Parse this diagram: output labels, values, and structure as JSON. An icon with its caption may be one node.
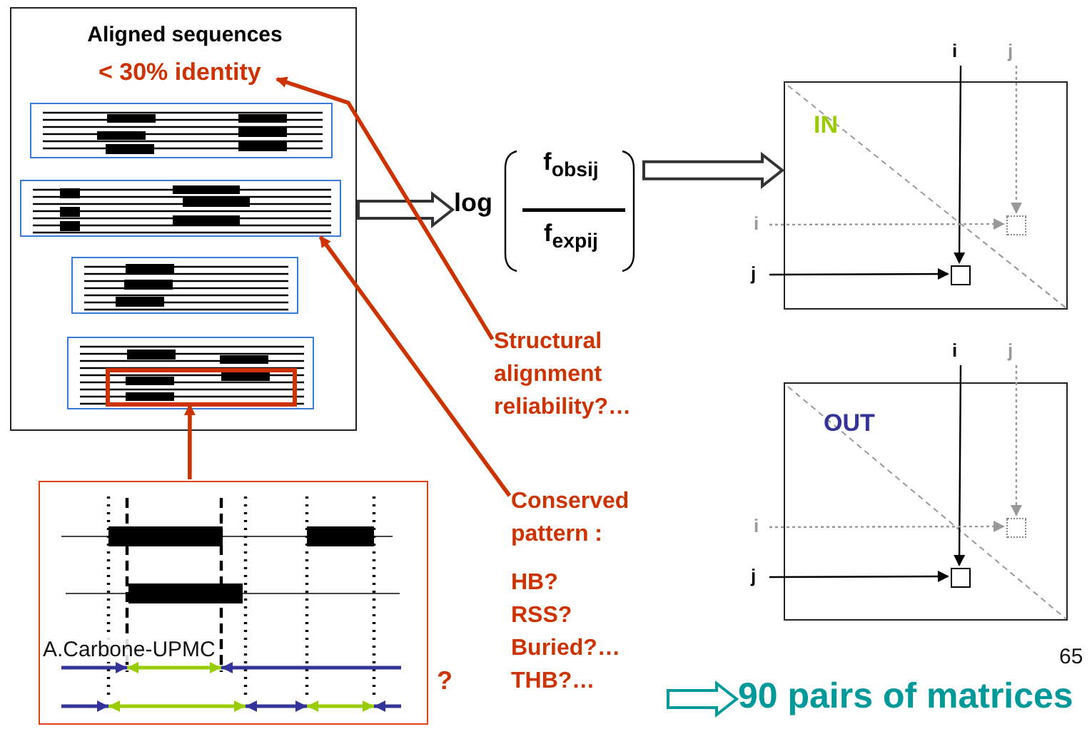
{
  "diagram": {
    "nodes": [
      {
        "text": [
          "Aligned sequences"
        ]
      },
      {
        "text": [
          "< 30% identity"
        ],
        "in": 0
      },
      {
        "text": [],
        "shape": "box",
        "in": 0
      },
      {
        "text": [],
        "shape": "box",
        "in": 0
      },
      {
        "text": [],
        "shape": "box",
        "in": 0
      },
      {
        "text": [],
        "shape": "box",
        "in": 0
      },
      {
        "text": [],
        "shape": "box",
        "in": 5
      },
      {
        "text": [],
        "shape": "picture"
      },
      {
        "text": [
          "log",
          "f$_{obsij}$",
          "f$_{expij}$"
        ]
      },
      {
        "text": [
          "IN"
        ]
      },
      {
        "text": [
          "i"
        ]
      },
      {
        "text": [
          "j"
        ]
      },
      {
        "text": [
          "i"
        ]
      },
      {
        "text": [
          "j"
        ]
      },
      {
        "text": [],
        "shape": "box",
        "in": 9
      },
      {
        "text": [],
        "shape": "box",
        "in": 9
      },
      {
        "text": [
          "OUT"
        ]
      },
      {
        "text": [
          "i"
        ]
      },
      {
        "text": [
          "j"
        ]
      },
      {
        "text": [
          "i"
        ]
      },
      {
        "text": [
          "j"
        ]
      },
      {
        "text": [],
        "shape": "box",
        "in": 16
      },
      {
        "text": [],
        "shape": "box",
        "in": 16
      },
      {
        "text": [
          "Structural alignment reliability?…"
        ]
      },
      {
        "text": [
          "Conserved pattern :",
          "HB? RSS? Buried?… THB?…"
        ]
      },
      {
        "text": [
          "90 pairs of matrices"
        ]
      }
    ],
    "edges": [
      {
        "from": 0,
        "to": 8,
        "arrow": "to",
        "style": "thick"
      },
      {
        "from": 8,
        "to": 9,
        "arrow": "to",
        "style": "thick"
      },
      {
        "from": 7,
        "to": 6,
        "arrow": "to",
        "style": "thick",
        "color": "#cc3300"
      },
      {
        "from": 23,
        "to": 1,
        "arrow": "to",
        "style": "thick",
        "color": "#cc3300"
      },
      {
        "from": 24,
        "to": 3,
        "arrow": "to",
        "style": "thick",
        "color": "#cc3300"
      },
      {
        "from": 10,
        "to": 14,
        "arrow": "to"
      },
      {
        "from": 13,
        "to": 14,
        "arrow": "to"
      },
      {
        "from": 11,
        "to": 15,
        "arrow": "to",
        "style": "dashed",
        "color": "#999999"
      },
      {
        "from": 12,
        "to": 15,
        "arrow": "to",
        "style": "dashed",
        "color": "#999999"
      },
      {
        "from": 17,
        "to": 21,
        "arrow": "to"
      },
      {
        "from": 20,
        "to": 21,
        "arrow": "to"
      },
      {
        "from": 18,
        "to": 22,
        "arrow": "to",
        "style": "dashed",
        "color": "#999999"
      },
      {
        "from": 19,
        "to": 22,
        "arrow": "to",
        "style": "dashed",
        "color": "#999999"
      },
      {
        "from": null,
        "to": 25,
        "arrow": "to",
        "style": "thick",
        "color": "#009999"
      }
    ],
    "labels": [
      "A.Carbone-UPMC",
      "?",
      "65"
    ]
  }
}
